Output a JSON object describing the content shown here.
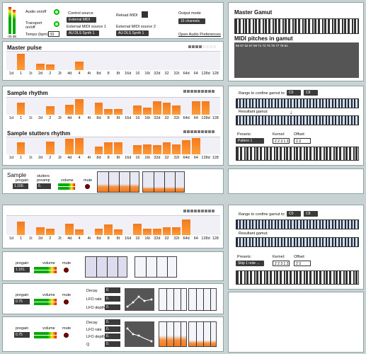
{
  "top": {
    "audio_onoff": "Audio on/off",
    "transport_onoff": "Transport on/off",
    "tempo_label": "Tempo (bpm)",
    "tempo_value": "91",
    "control_source_label": "Control source",
    "control_source_value": "External MIDI",
    "ext_midi_1_label": "External MIDI source 1",
    "ext_midi_1_value": "AU DLS Synth 1",
    "reload_midi": "Reload MIDI",
    "ext_midi_2_label": "External MIDI source 2",
    "ext_midi_2_value": "AU DLS Synth 1",
    "output_mode_label": "Output mode",
    "output_mode_value": "16 channels",
    "open_audio_prefs": "Open Audio Preferences"
  },
  "gamut": {
    "title": "Master Gamut",
    "pitches_title": "MIDI pitches in gamut",
    "pitches_value": "56 57 62 67 69 71 72 76 76 77 78 81"
  },
  "ticks": [
    "1d",
    "1",
    "1t",
    "2d",
    "2",
    "2t",
    "4d",
    "4",
    "4t",
    "8d",
    "8",
    "8t",
    "16d",
    "16",
    "16t",
    "32d",
    "32",
    "32t",
    "64d",
    "64",
    "128d",
    "128"
  ],
  "master_pulse": {
    "title": "Master pulse",
    "values": [
      0,
      0.9,
      0,
      0.35,
      0.3,
      0,
      0,
      0.45,
      0,
      0,
      0,
      0,
      0,
      0,
      0,
      0,
      0,
      0,
      0,
      0,
      0,
      0
    ]
  },
  "sample_rhythm": {
    "title": "Sample rhythm",
    "values": [
      0,
      0.7,
      0,
      0,
      0.5,
      0,
      0.6,
      0.9,
      0,
      0.7,
      0.35,
      0.35,
      0,
      0.55,
      0.4,
      0.8,
      0.7,
      0.55,
      0,
      0.8,
      0.8,
      0
    ]
  },
  "sample_stutters": {
    "title": "Sample stutters rhythm",
    "values": [
      0,
      0.7,
      0,
      0,
      0.75,
      0,
      0.9,
      0.95,
      0,
      0.45,
      0.7,
      0.7,
      0,
      0.55,
      0.6,
      0.55,
      0.7,
      0.6,
      0.85,
      0.95,
      0,
      0
    ]
  },
  "sample": {
    "title": "Sample",
    "pregain_label": "pregain",
    "pregain_value": "1.100.",
    "stutters_label": "stutters preamp",
    "stutters_value": "6.",
    "volume_label": "volume",
    "mute_label": "mute"
  },
  "gamut_edit_1": {
    "range_label": "Range to confine gamut to:",
    "range_from": "C0",
    "range_to": "C8",
    "resultant_label": "Resultant gamut:",
    "presets_label": "Presets:",
    "preset_value": "Pattern 1",
    "kernel_label": "Kernel:",
    "kernel_value": "2 2 3 1 2",
    "offset_label": "Offset:",
    "offset_value": "2 3"
  },
  "lower_pulse": {
    "values": [
      0,
      0.7,
      0,
      0.4,
      0.35,
      0,
      0.6,
      0.3,
      0,
      0.35,
      0.55,
      0.3,
      0,
      0.6,
      0.35,
      0.35,
      0.4,
      0.4,
      0.8,
      0,
      0,
      0
    ]
  },
  "gamut_edit_2": {
    "range_label": "Range to confine gamut to:",
    "range_from": "C0",
    "range_to": "C8",
    "resultant_label": "Resultant gamut:",
    "presets_label": "Presets:",
    "preset_value": "Skip 1 note ...",
    "kernel_label": "Kernel:",
    "kernel_value": "2 2 3 1 2",
    "offset_label": "Offset:",
    "offset_value": "2 3"
  },
  "voice_1": {
    "pregain_label": "pregain",
    "pregain_value": "1.181.",
    "volume_label": "volume",
    "mute_label": "mute"
  },
  "voice_2": {
    "pregain_label": "pregain",
    "pregain_value": "0.75",
    "volume_label": "volume",
    "mute_label": "mute",
    "decay_label": "Decay",
    "decay_value": "0.",
    "lfo_rate_label": "LFO rate",
    "lfo_rate_value": "0.",
    "lfo_depth_label": "LFO depth",
    "lfo_depth_value": "0."
  },
  "voice_3": {
    "pregain_label": "pregain",
    "pregain_value": "0.75",
    "volume_label": "volume",
    "mute_label": "mute",
    "decay_label": "Decay",
    "decay_value": "0.",
    "lfo_rate_label": "LFO rate",
    "lfo_rate_value": "0.",
    "lfo_depth_label": "LFO depth",
    "lfo_depth_value": "0.",
    "q_label": "Q",
    "q_value": "0."
  },
  "colors": {
    "bar": "#f27a1f",
    "accent": "#00bb00",
    "mute": "#7a0000"
  }
}
